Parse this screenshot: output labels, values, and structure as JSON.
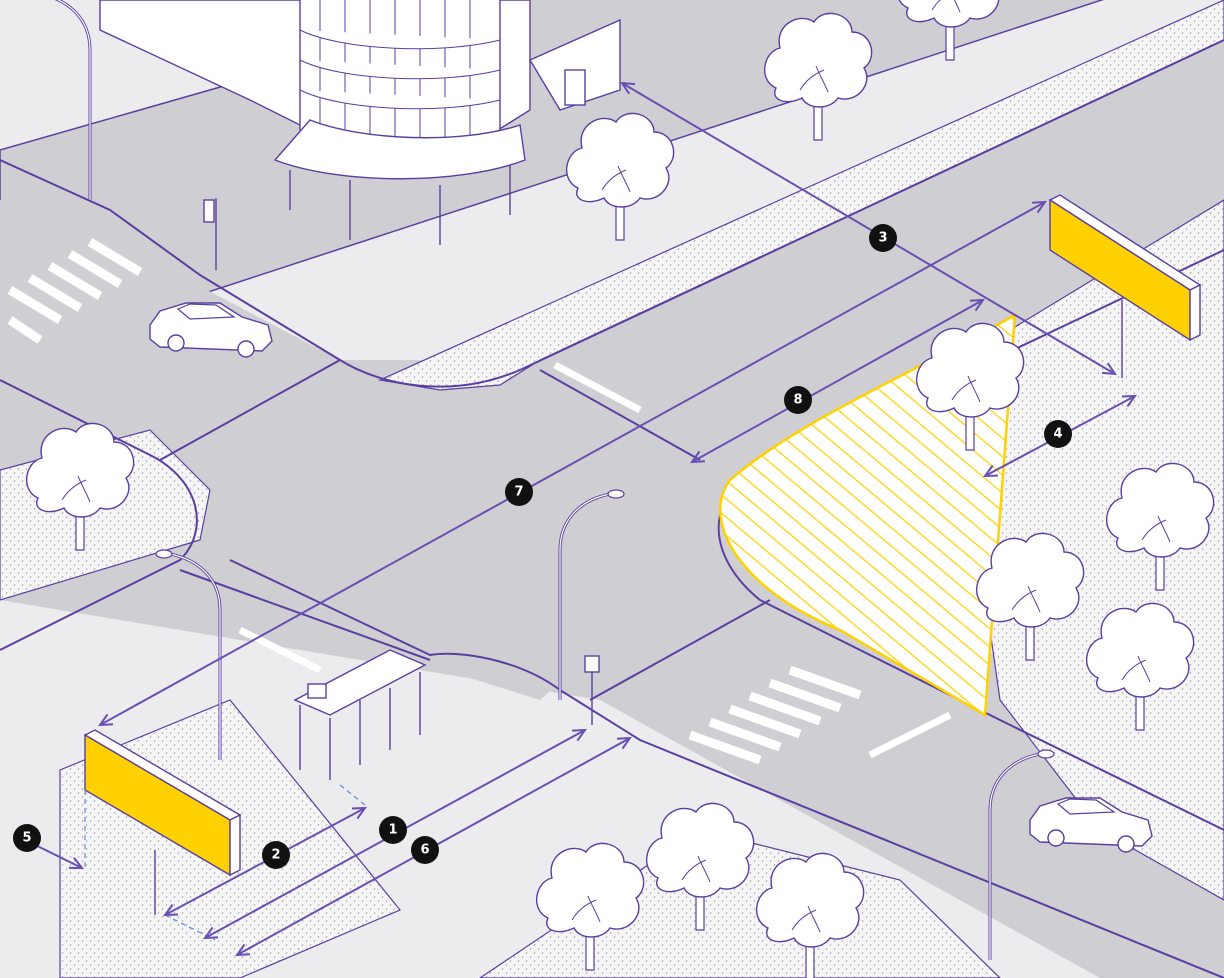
{
  "colors": {
    "background": "#ffffff",
    "road": "#cfcfd3",
    "sidewalk": "#ececee",
    "dotted_zone": "#f5f5f6",
    "outline": "#5b3fa0",
    "dimension_line": "#6a4fb3",
    "billboard": "#ffd100",
    "hatch": "#ffd100",
    "badge": "#111111",
    "badge_text": "#ffffff",
    "crosswalk": "#ffffff"
  },
  "badges": [
    {
      "id": "b1",
      "label": "1"
    },
    {
      "id": "b2",
      "label": "2"
    },
    {
      "id": "b3",
      "label": "3"
    },
    {
      "id": "b4",
      "label": "4"
    },
    {
      "id": "b5",
      "label": "5"
    },
    {
      "id": "b6",
      "label": "6"
    },
    {
      "id": "b7",
      "label": "7"
    },
    {
      "id": "b8",
      "label": "8"
    }
  ],
  "icons": [
    "tree-icon",
    "street-lamp-icon",
    "car-icon",
    "bus-stop-icon",
    "billboard-icon",
    "road-sign-icon",
    "traffic-light-icon",
    "building-icon"
  ]
}
